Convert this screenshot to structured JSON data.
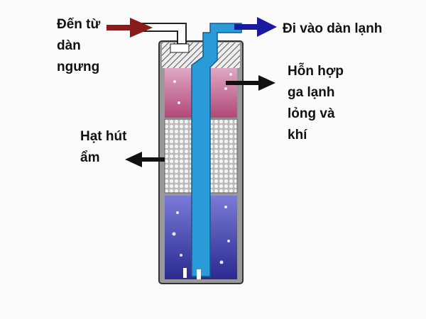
{
  "labels": {
    "inlet": [
      "Đến từ",
      "dàn",
      "ngưng"
    ],
    "outlet": "Đi vào dàn lạnh",
    "mixture": [
      "Hỗn hợp",
      "ga lạnh",
      "lỏng và",
      "khí"
    ],
    "desiccant": [
      "Hạt hút",
      "ẩm"
    ]
  },
  "colors": {
    "inlet_arrow": "#8b1a1a",
    "outlet_arrow": "#1a1aa0",
    "tube": "#2a9ad8",
    "vapor_zone": "#c05a88",
    "liquid_zone": "#3a3aa8"
  }
}
